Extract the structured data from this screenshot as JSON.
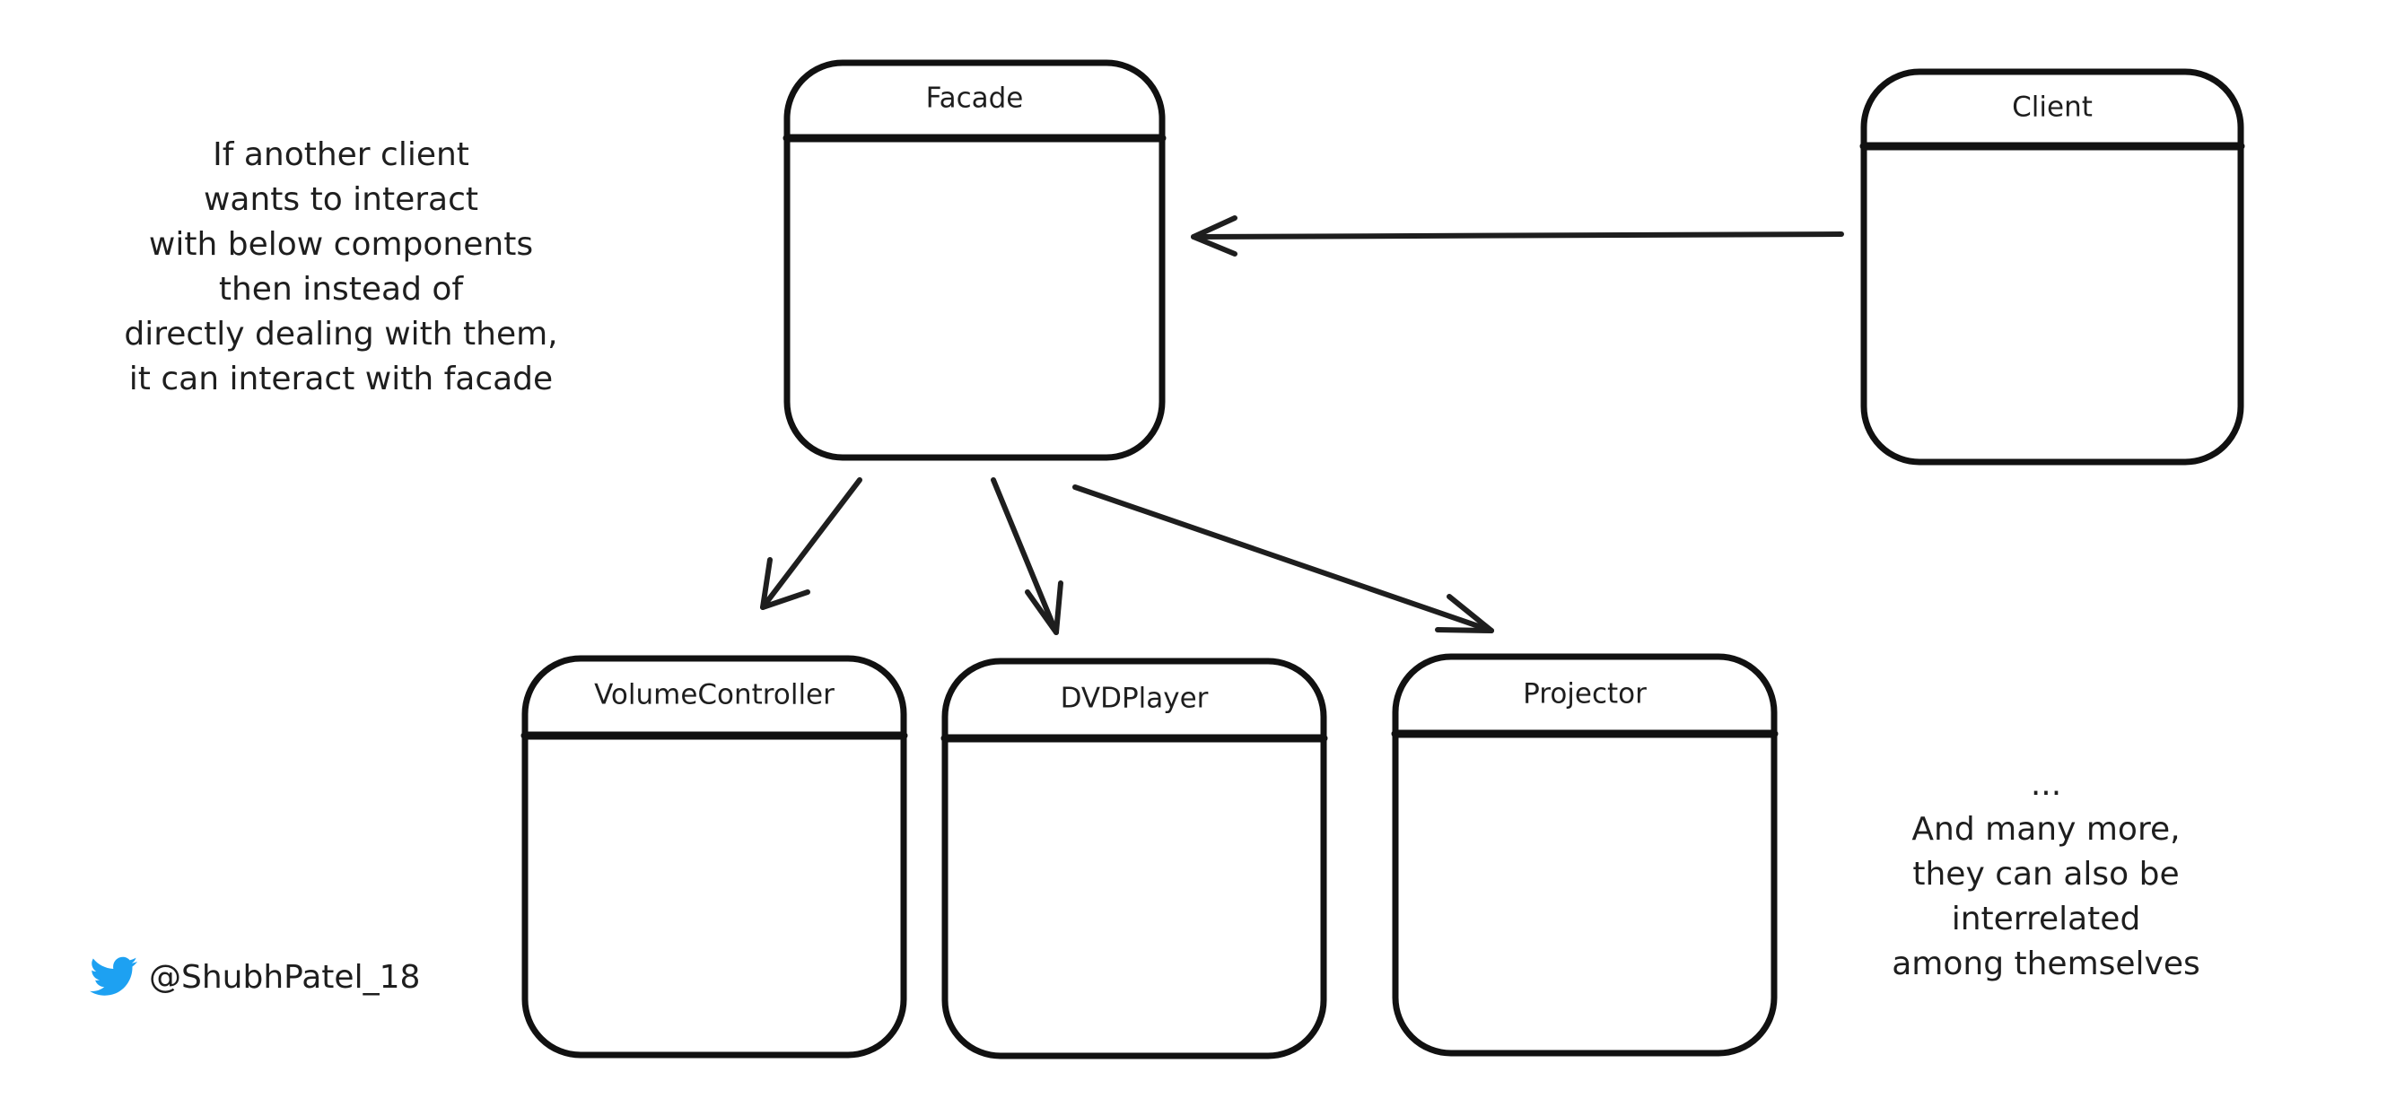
{
  "boxes": {
    "facade": {
      "title": "Facade"
    },
    "client": {
      "title": "Client"
    },
    "volume_controller": {
      "title": "VolumeController"
    },
    "dvd_player": {
      "title": "DVDPlayer"
    },
    "projector": {
      "title": "Projector"
    }
  },
  "notes": {
    "left": "If another client\nwants to interact\nwith below components\nthen instead of\ndirectly dealing with them,\nit can interact with facade",
    "right": "...\nAnd many more,\nthey can also be\ninterrelated\namong themselves"
  },
  "footer": {
    "handle": "@ShubhPatel_18",
    "icon": "twitter-bird-icon",
    "icon_color": "#1da1f2"
  },
  "colors": {
    "stroke": "#111111",
    "background": "#ffffff"
  }
}
